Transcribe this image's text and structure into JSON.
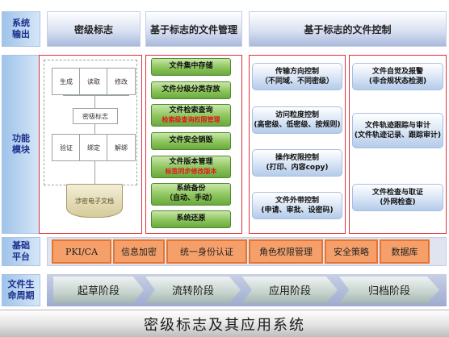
{
  "rows": {
    "output": "系统\n输出",
    "function": "功能\n模块",
    "platform": "基础\n平台",
    "lifecycle": "文件生\n命周期"
  },
  "headers": {
    "col1": "密级标志",
    "col2": "基于标志的文件管理",
    "col3": "基于标志的文件控制"
  },
  "panel1": {
    "top_boxes": [
      "生成",
      "读取",
      "修改"
    ],
    "center": "密级标志",
    "bottom_boxes": [
      "验证",
      "绑定",
      "解绑"
    ],
    "document": "涉密电子文档"
  },
  "panel2": {
    "items": [
      {
        "text": "文件集中存储",
        "sub": ""
      },
      {
        "text": "文件分级分类存放",
        "sub": ""
      },
      {
        "text": "文件检索查询",
        "sub": "检索级查询权限管理"
      },
      {
        "text": "文件安全销毁",
        "sub": ""
      },
      {
        "text": "文件版本管理",
        "sub": "标签同步修改版本"
      },
      {
        "text": "系统备份",
        "sub": "（自动、手动）"
      },
      {
        "text": "系统还原",
        "sub": ""
      }
    ]
  },
  "panel3": {
    "items": [
      {
        "text": "传输方向控制",
        "sub": "（不同域、不同密级）"
      },
      {
        "text": "访问粒度控制",
        "sub": "(高密级、低密级、按规则)"
      },
      {
        "text": "操作权限控制",
        "sub": "(打印、内容copy)"
      },
      {
        "text": "文件外带控制",
        "sub": "(申请、审批、设密码)"
      }
    ]
  },
  "panel4": {
    "items": [
      {
        "text": "文件自觉及报警",
        "sub": "(非合规状态检测)"
      },
      {
        "text": "文件轨迹跟踪与审计",
        "sub": "(文件轨迹记录、跟踪审计)"
      },
      {
        "text": "文件检查与取证",
        "sub": "(外网检查)"
      }
    ]
  },
  "platform": [
    "PKI/CA",
    "信息加密",
    "统一身份认证",
    "角色权限管理",
    "安全策略",
    "数据库"
  ],
  "lifecycle": [
    "起草阶段",
    "流转阶段",
    "应用阶段",
    "归档阶段"
  ],
  "footer": "密级标志及其应用系统",
  "colors": {
    "panel_border": "#e0303a",
    "green_button": "#8cc45c",
    "platform_box": "#f5a06a",
    "row_label": "#1b2f8c"
  }
}
